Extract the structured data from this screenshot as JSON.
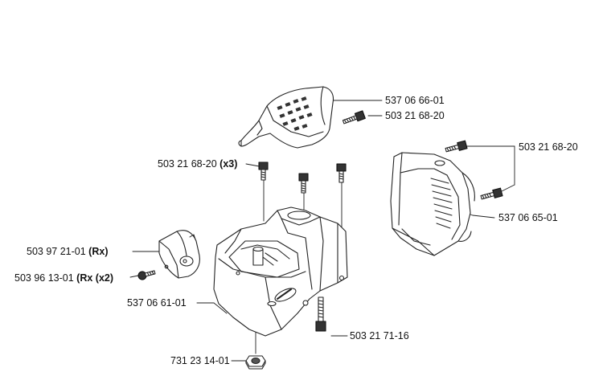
{
  "labels": {
    "muffler_cover_top": "537 06 66-01",
    "screw_top": "503 21 68-20",
    "screw_right": "503 21 68-20",
    "cover_right": "537 06 65-01",
    "screw_set_part": "503 21 68-20",
    "screw_set_qty": "(x3)",
    "deflector_part": "503 97 21-01",
    "deflector_qty": "(Rx)",
    "screw_small_part": "503 96 13-01",
    "screw_small_qty": "(Rx (x2)",
    "cylinder_cover": "537 06 61-01",
    "screw_bottom": "503 21 71-16",
    "nut_bottom": "731 23 14-01"
  }
}
